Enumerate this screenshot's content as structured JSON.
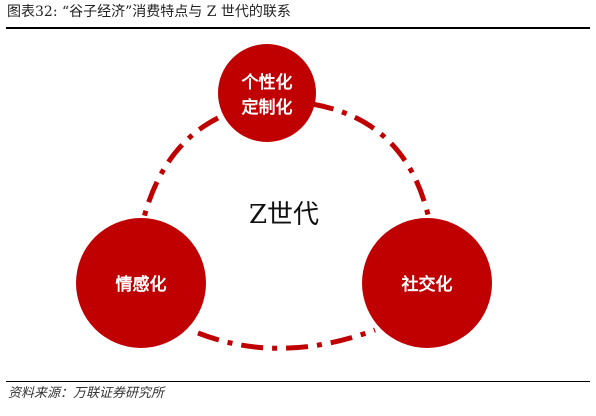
{
  "header": {
    "title": "图表32:  “谷子经济”消费特点与 Z 世代的联系"
  },
  "diagram": {
    "center_label": "Z世代",
    "nodes": [
      {
        "lines": [
          "个性化",
          "定制化"
        ]
      },
      {
        "lines": [
          "情感化"
        ]
      },
      {
        "lines": [
          "社交化"
        ]
      }
    ],
    "colors": {
      "node_fill": "#c00000",
      "connector": "#c00000",
      "center_text": "#111111"
    }
  },
  "footer": {
    "source": "资料来源：万联证券研究所"
  }
}
